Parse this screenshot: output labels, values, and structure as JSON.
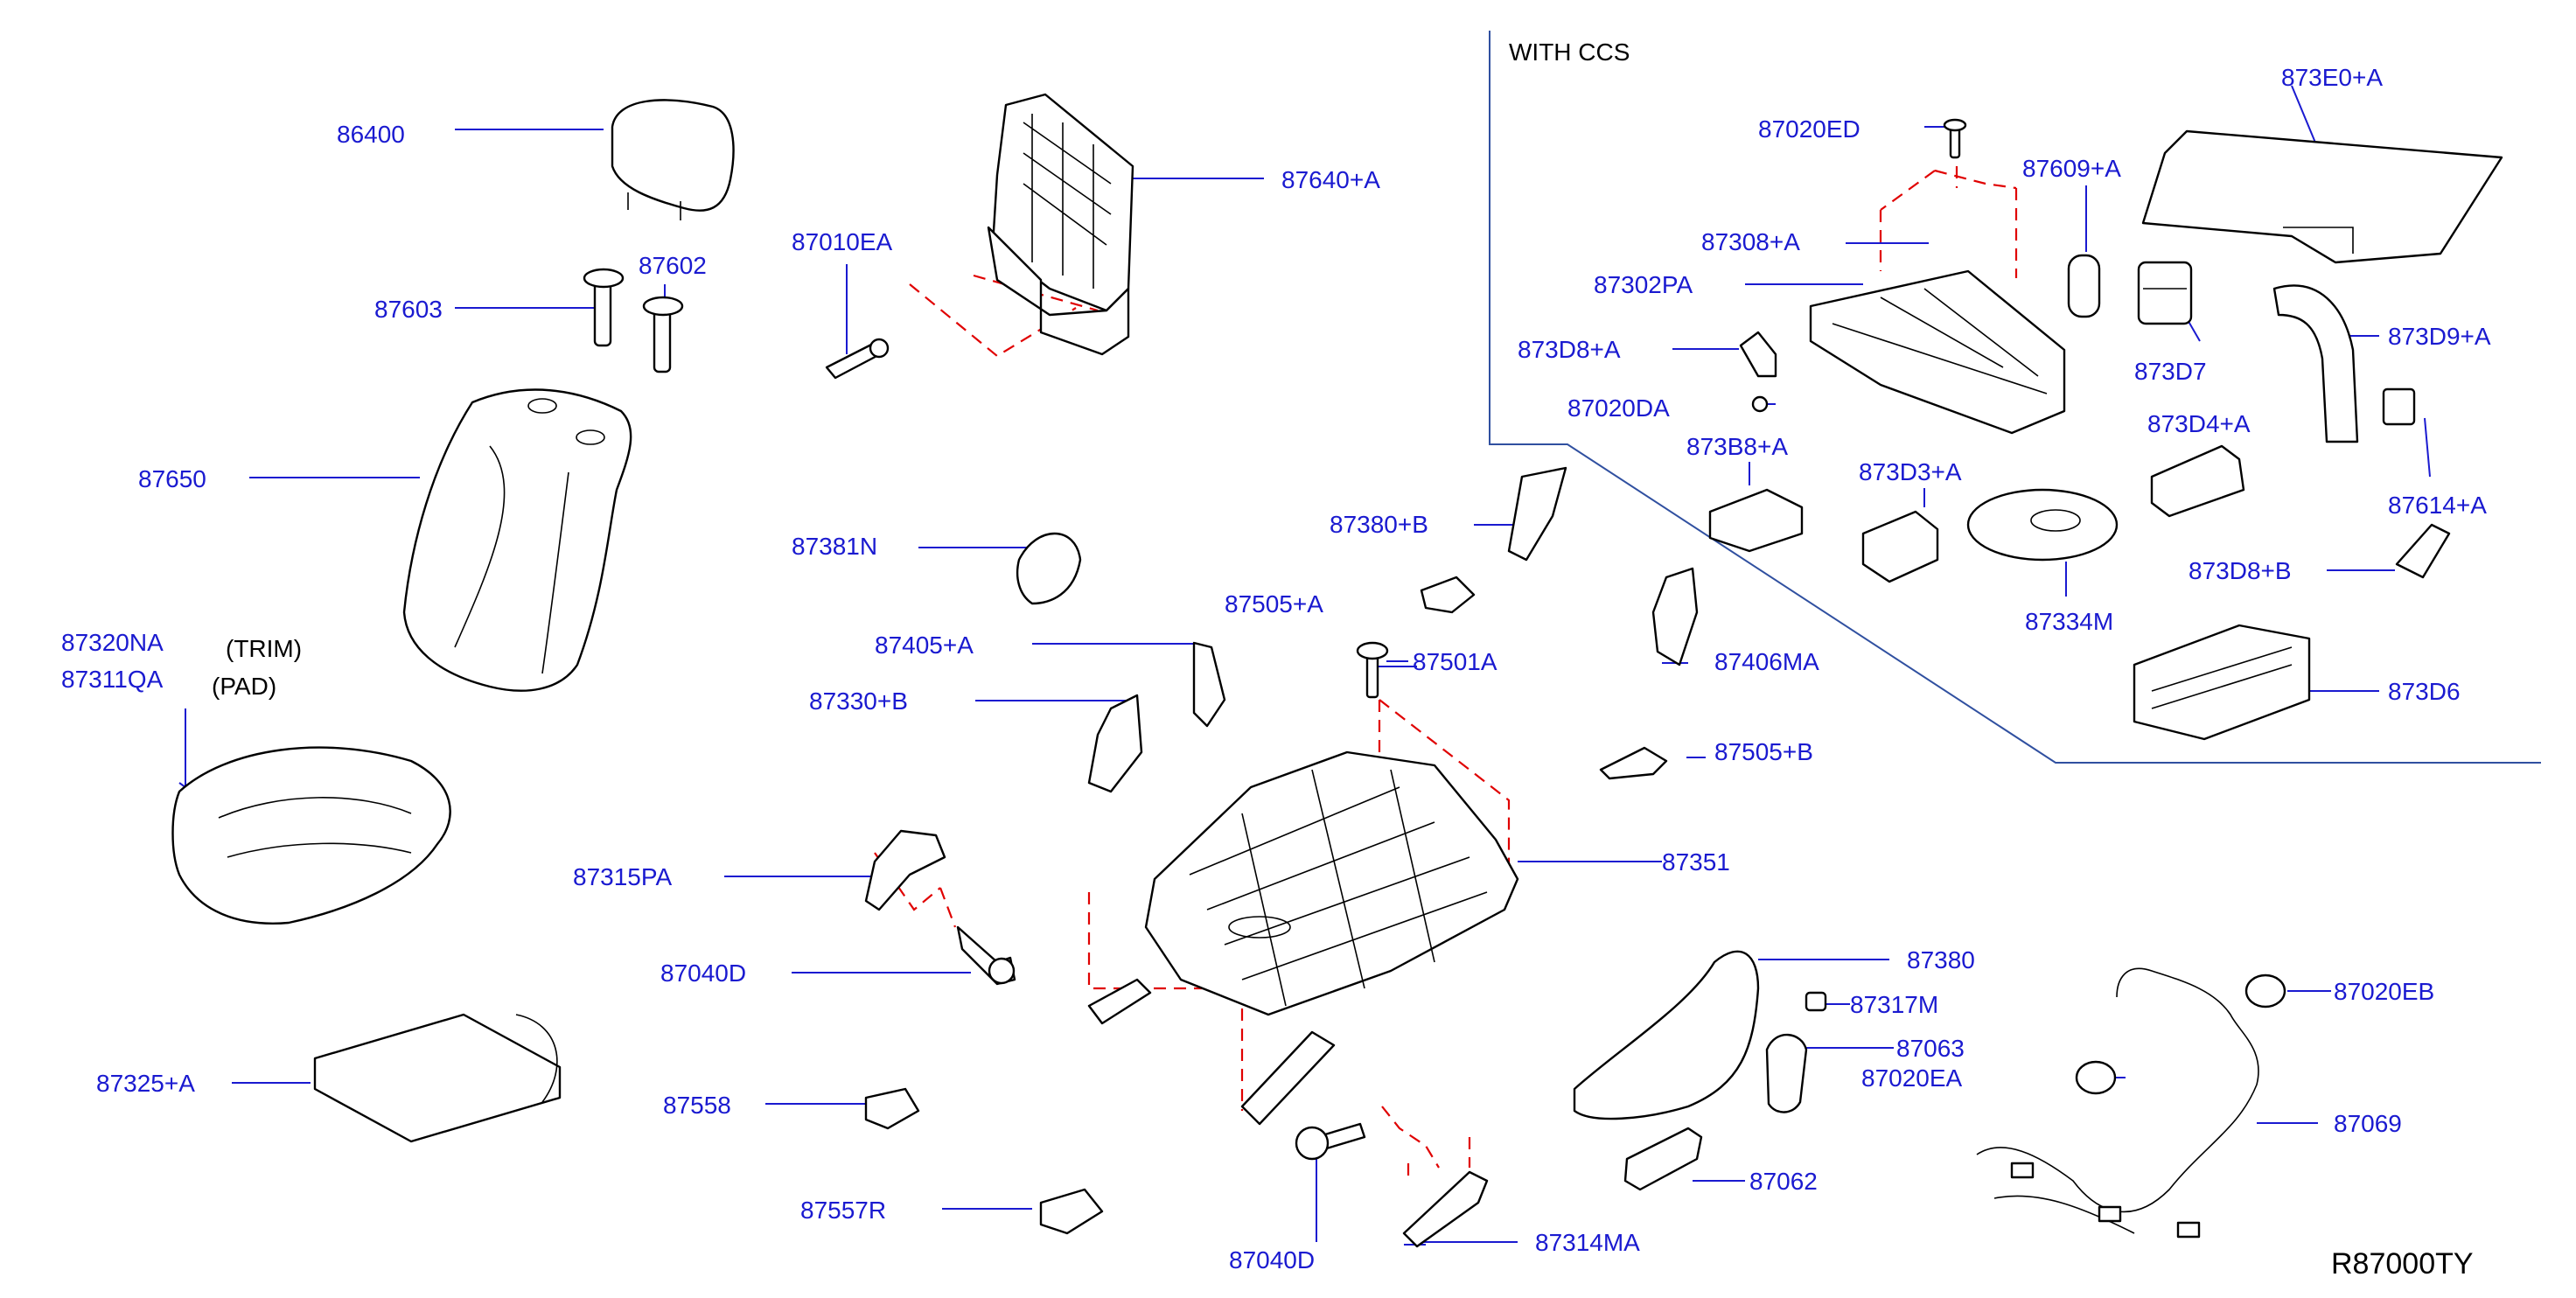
{
  "ccs_heading": "WITH   CCS",
  "diagram_code": "R87000TY",
  "trim_note": "(TRIM)",
  "pad_note": "(PAD)",
  "colors": {
    "callout": "#1a1ad0",
    "assembly_dash": "#e00000",
    "outline": "#000000",
    "separator": "#3050a0"
  },
  "callouts": {
    "c86400": "86400",
    "c87603": "87603",
    "c87602": "87602",
    "c87650": "87650",
    "c87320NA": "87320NA",
    "c87311QA": "87311QA",
    "c87325A": "87325+A",
    "c87640A": "87640+A",
    "c87010EA": "87010EA",
    "c87381N": "87381N",
    "c87405A": "87405+A",
    "c87330B": "87330+B",
    "c87315PA": "87315PA",
    "c87040D_left": "87040D",
    "c87558": "87558",
    "c87557R": "87557R",
    "c87040D_bottom": "87040D",
    "c87314MA": "87314MA",
    "c87380B": "87380+B",
    "c87505A": "87505+A",
    "c87501A": "87501A",
    "c87406MA": "87406MA",
    "c87505B": "87505+B",
    "c87351": "87351",
    "c87380": "87380",
    "c87317M": "87317M",
    "c87063": "87063",
    "c87020EA": "87020EA",
    "c87062": "87062",
    "c87020EB": "87020EB",
    "c87069": "87069",
    "c87020ED": "87020ED",
    "c87609A": "87609+A",
    "c87308A": "87308+A",
    "c87302PA": "87302PA",
    "c873D8A": "873D8+A",
    "c87020DA": "87020DA",
    "c873B8A": "873B8+A",
    "c873D3A": "873D3+A",
    "c873E0A": "873E0+A",
    "c873D7": "873D7",
    "c873D9A": "873D9+A",
    "c873D4A": "873D4+A",
    "c87614A": "87614+A",
    "c873D8B": "873D8+B",
    "c87334M": "87334M",
    "c873D6": "873D6"
  }
}
